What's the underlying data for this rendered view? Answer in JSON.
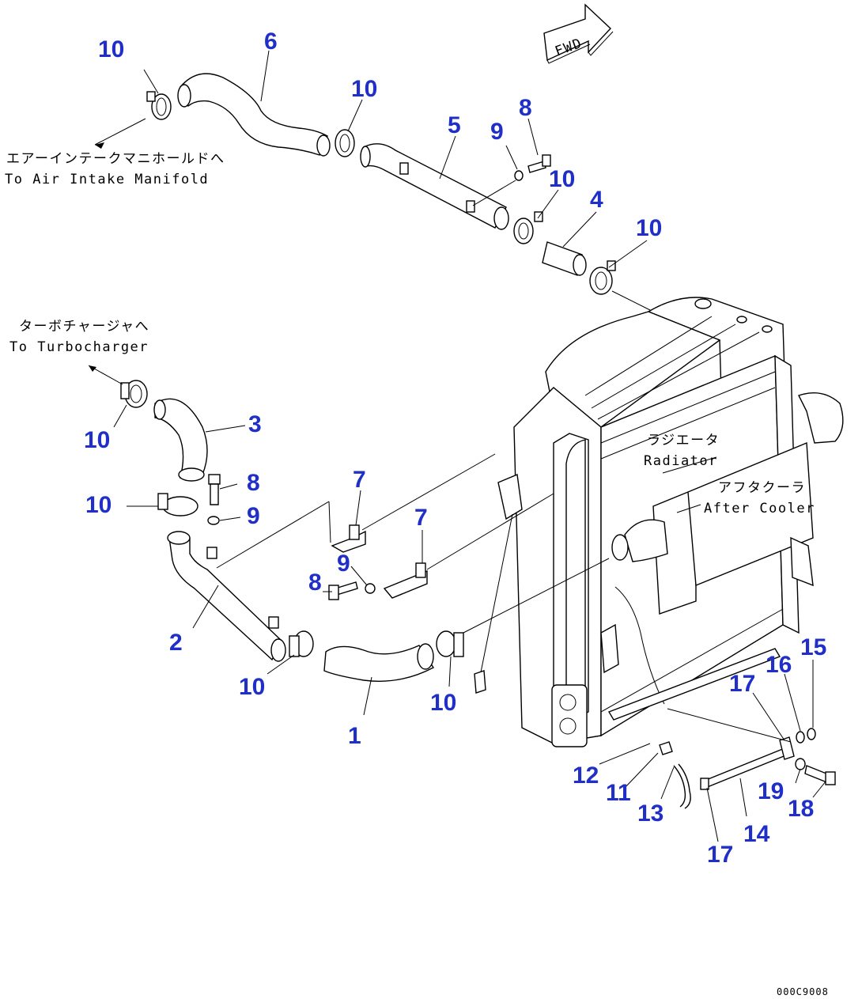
{
  "direction_sign": "FWD",
  "notes": {
    "air_intake_ja": "エアーインテークマニホールドへ",
    "air_intake_en": "To Air Intake Manifold",
    "turbo_ja": "ターボチャージャへ",
    "turbo_en": "To Turbocharger",
    "radiator_ja": "ラジエータ",
    "radiator_en": "Radiator",
    "aftercooler_ja": "アフタクーラ",
    "aftercooler_en": "After Cooler"
  },
  "part_labels": [
    "1",
    "2",
    "3",
    "4",
    "5",
    "6",
    "7",
    "8",
    "9",
    "10",
    "11",
    "12",
    "13",
    "14",
    "15",
    "16",
    "17",
    "18",
    "19"
  ],
  "reference_code": "000C9008"
}
